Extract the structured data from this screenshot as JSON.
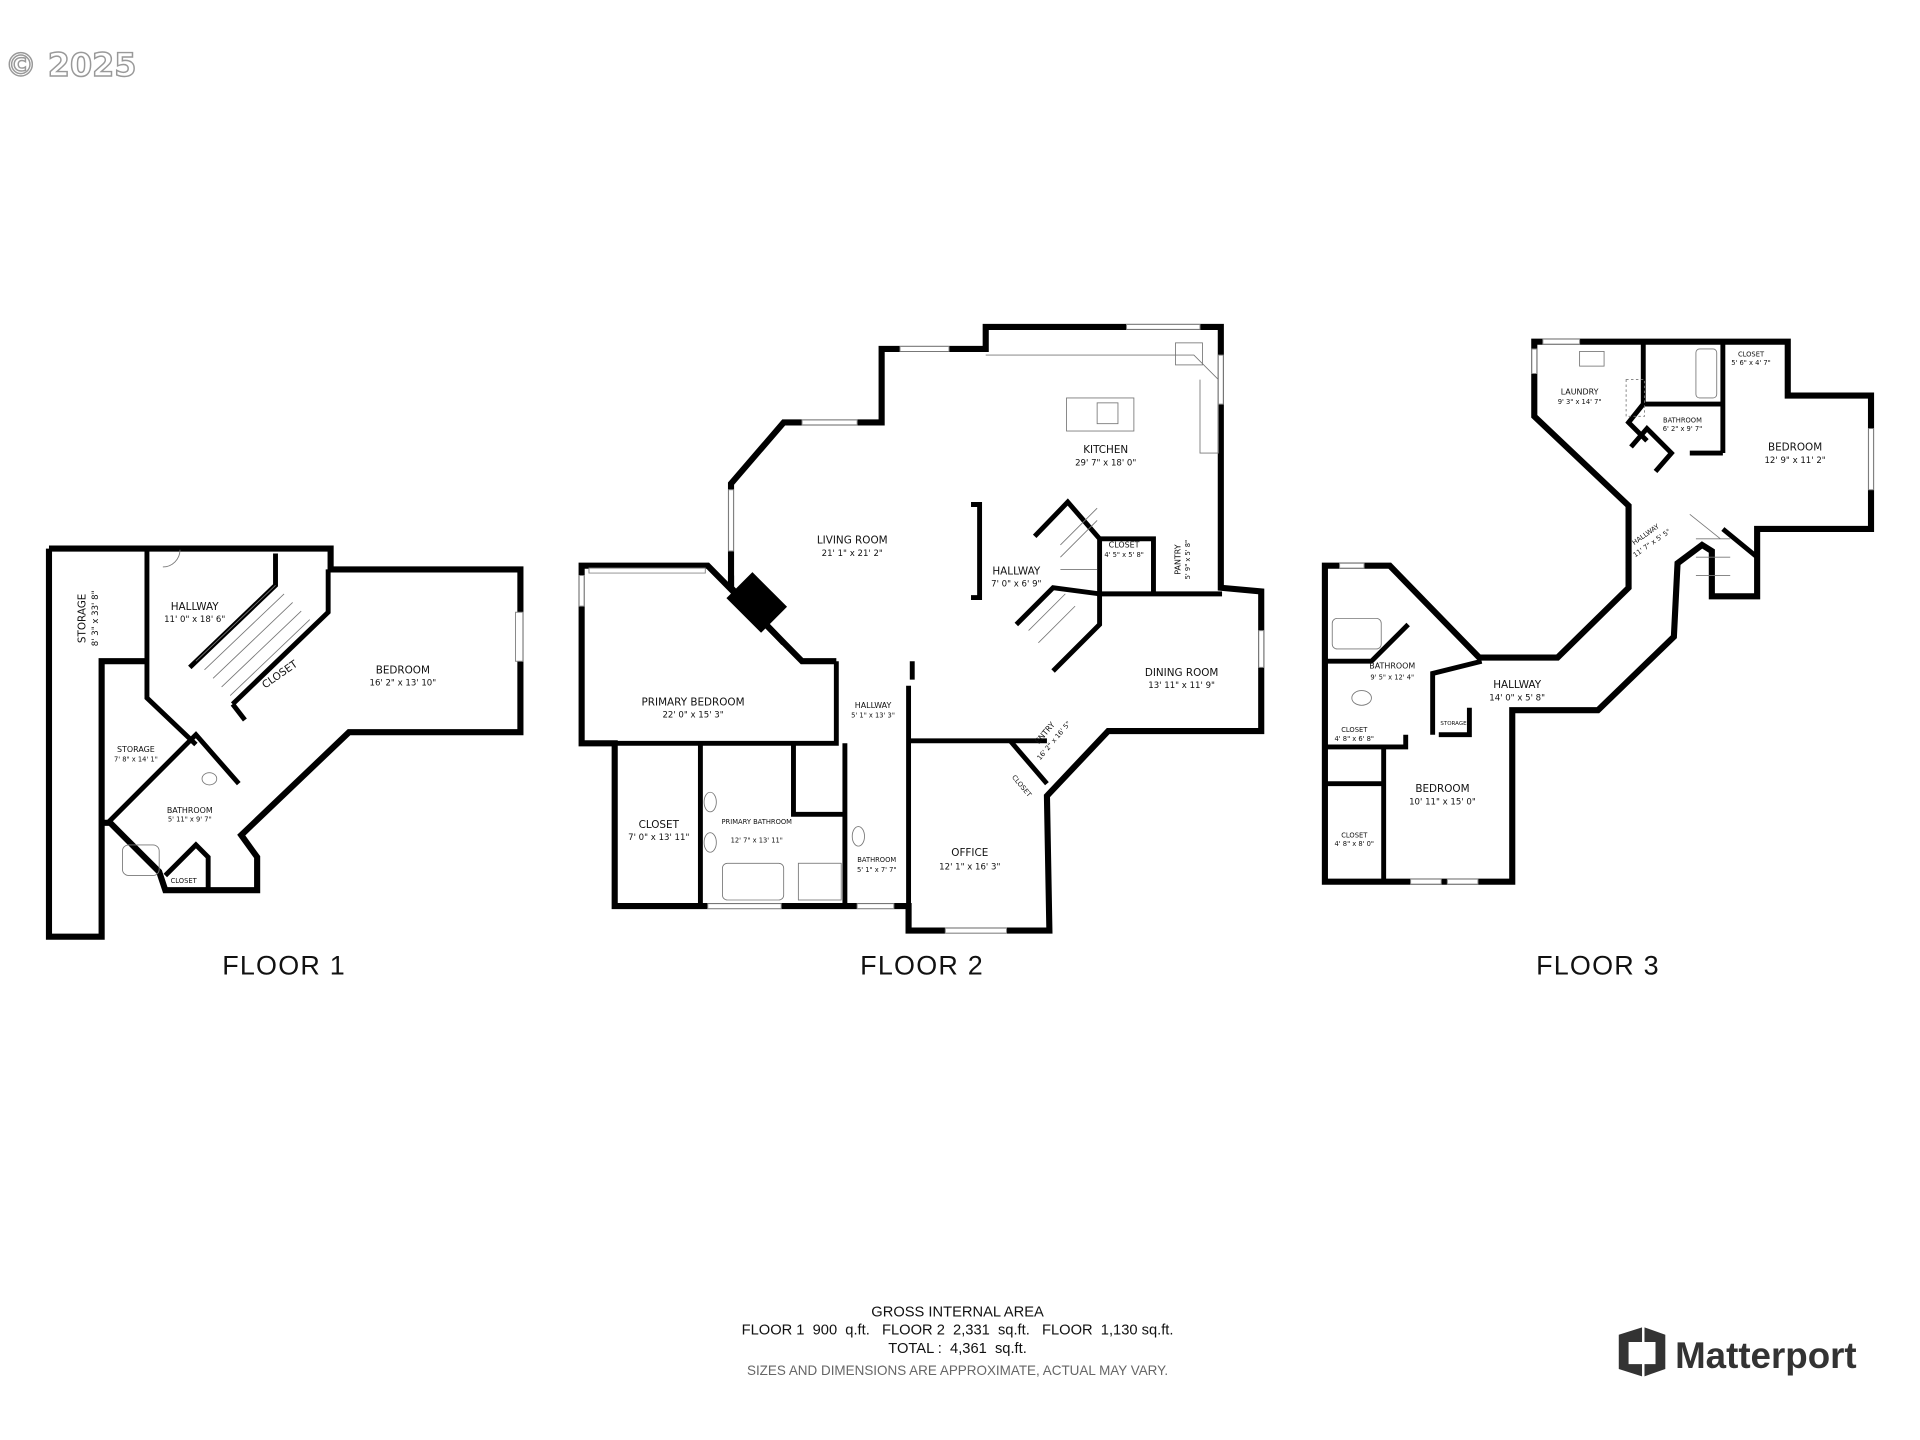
{
  "copyright": "© 2025",
  "floors": [
    {
      "label": "FLOOR 1",
      "rooms": [
        {
          "name": "STORAGE",
          "dims": "8' 3\" x 33' 8\""
        },
        {
          "name": "HALLWAY",
          "dims": "11' 0\" x 18' 6\""
        },
        {
          "name": "CLOSET",
          "dims": ""
        },
        {
          "name": "BEDROOM",
          "dims": "16' 2\" x 13' 10\""
        },
        {
          "name": "STORAGE",
          "dims": "7' 8\" x 14' 1\""
        },
        {
          "name": "BATHROOM",
          "dims": "5' 11\" x 9' 7\""
        },
        {
          "name": "CLOSET",
          "dims": ""
        }
      ]
    },
    {
      "label": "FLOOR 2",
      "rooms": [
        {
          "name": "KITCHEN",
          "dims": "29' 7\" x 18' 0\""
        },
        {
          "name": "LIVING ROOM",
          "dims": "21' 1\" x 21' 2\""
        },
        {
          "name": "HALLWAY",
          "dims": "7' 0\" x 6' 9\""
        },
        {
          "name": "CLOSET",
          "dims": "4' 5\" x 5' 8\""
        },
        {
          "name": "PANTRY",
          "dims": "5' 9\" x 5' 8\""
        },
        {
          "name": "PRIMARY BEDROOM",
          "dims": "22' 0\" x 15' 3\""
        },
        {
          "name": "HALLWAY",
          "dims": "5' 1\" x 13' 3\""
        },
        {
          "name": "DINING ROOM",
          "dims": "13' 11\" x 11' 9\""
        },
        {
          "name": "ENTRY",
          "dims": "16' 2\" x 16' 5\""
        },
        {
          "name": "CLOSET",
          "dims": "7' 0\" x 13' 11\""
        },
        {
          "name": "PRIMARY BATHROOM",
          "dims": "12' 7\" x 13' 11\""
        },
        {
          "name": "BATHROOM",
          "dims": "5' 1\" x 7' 7\""
        },
        {
          "name": "OFFICE",
          "dims": "12' 1\" x 16' 3\""
        },
        {
          "name": "CLOSET",
          "dims": ""
        }
      ]
    },
    {
      "label": "FLOOR 3",
      "rooms": [
        {
          "name": "LAUNDRY",
          "dims": "9' 3\" x 14' 7\""
        },
        {
          "name": "BATHROOM",
          "dims": "6' 2\" x 9' 7\""
        },
        {
          "name": "CLOSET",
          "dims": "5' 6\" x 4' 7\""
        },
        {
          "name": "BEDROOM",
          "dims": "12' 9\" x 11' 2\""
        },
        {
          "name": "HALLWAY",
          "dims": "11' 7\" x 5' 5\""
        },
        {
          "name": "BATHROOM",
          "dims": "9' 5\" x 12' 4\""
        },
        {
          "name": "HALLWAY",
          "dims": "14' 0\" x 5' 8\""
        },
        {
          "name": "STORAGE",
          "dims": ""
        },
        {
          "name": "CLOSET",
          "dims": "4' 8\" x 6' 8\""
        },
        {
          "name": "BEDROOM",
          "dims": "10' 11\" x 15' 0\""
        },
        {
          "name": "CLOSET",
          "dims": "4' 8\" x 8' 0\""
        }
      ]
    }
  ],
  "area": {
    "title": "GROSS INTERNAL AREA",
    "line1": "FLOOR 1  900  q.ft.   FLOOR 2  2,331  sq.ft.   FLOOR  1,130 sq.ft.",
    "total": "TOTAL :  4,361  sq.ft.",
    "disclaimer": "SIZES AND DIMENSIONS ARE APPROXIMATE, ACTUAL MAY VARY."
  },
  "brand": {
    "name": "Matterport",
    "color": "#333333"
  }
}
